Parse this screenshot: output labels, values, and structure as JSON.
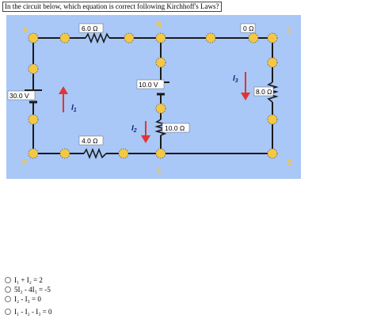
{
  "question": "In the circuit below, which equation is correct following Kirchhoff's Laws?",
  "circuit": {
    "nodes": {
      "a": "A",
      "b": "B",
      "c": "C",
      "d": "D",
      "e": "E",
      "f": "F"
    },
    "resistors": {
      "top_left": "6.0 Ω",
      "top_right": "0 Ω",
      "right_branch": "8.0 Ω",
      "middle_branch": "10.0 Ω",
      "bottom_left": "4.0 Ω"
    },
    "batteries": {
      "left": "30.0 V",
      "middle": "10.0 V"
    },
    "currents": {
      "i1": {
        "letter": "I",
        "sub": "1"
      },
      "i2": {
        "letter": "I",
        "sub": "2"
      },
      "i3": {
        "letter": "I",
        "sub": "3"
      }
    },
    "colors": {
      "background": "#a9c7f7",
      "wire": "#1a1a1a",
      "node_fill": "#f4c842",
      "arrow": "#e3342f",
      "label_box": "#ffffff"
    }
  },
  "choices": [
    "I₁ + I₂ = 2",
    "5I₂ - 4I₃ = -5",
    "I₂ - I₃ = 0",
    "I₁ - I₂ - I₃ = 0"
  ]
}
